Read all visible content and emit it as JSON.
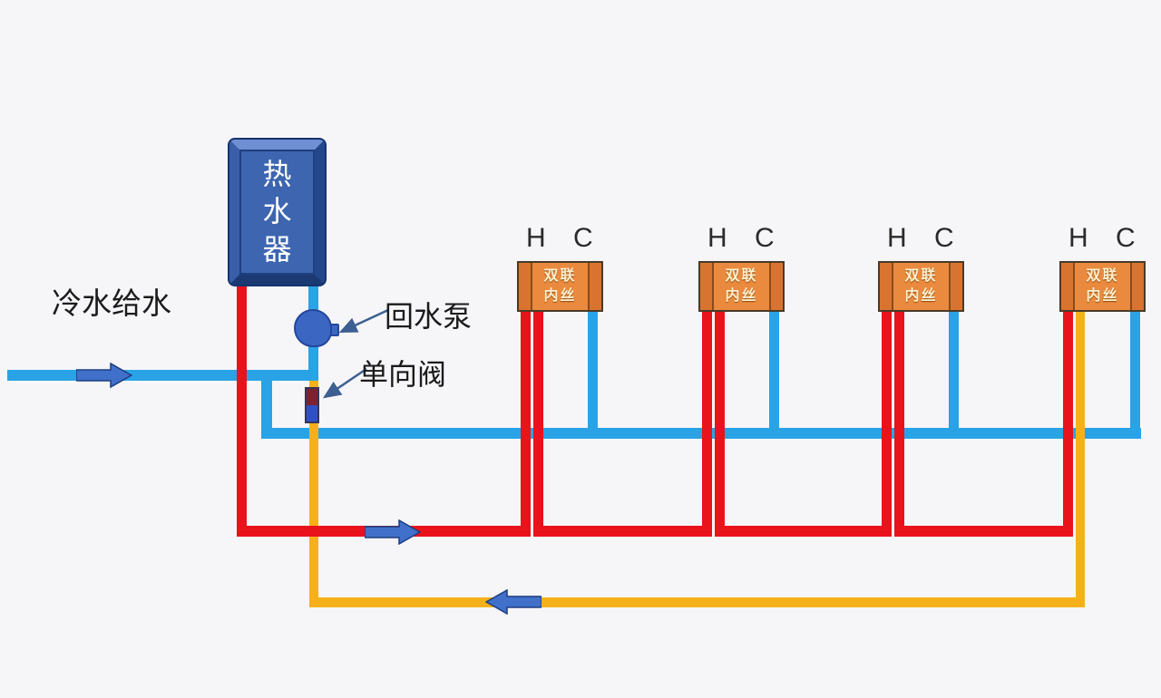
{
  "diagram": {
    "heater_label": "热水器",
    "cold_supply_label": "冷水给水",
    "pump_label": "回水泵",
    "check_valve_label": "单向阀"
  },
  "fixtures": [
    {
      "hot_label": "H",
      "cold_label": "C",
      "box_line1": "双联",
      "box_line2": "内丝"
    },
    {
      "hot_label": "H",
      "cold_label": "C",
      "box_line1": "双联",
      "box_line2": "内丝"
    },
    {
      "hot_label": "H",
      "cold_label": "C",
      "box_line1": "双联",
      "box_line2": "内丝"
    },
    {
      "hot_label": "H",
      "cold_label": "C",
      "box_line1": "双联",
      "box_line2": "内丝"
    }
  ],
  "icons": {
    "pump": "pump-circle-icon",
    "check_valve": "two-tone-valve-icon",
    "flow_arrows": [
      "right-block-arrow-icon",
      "right-block-arrow-icon",
      "left-block-arrow-icon"
    ]
  },
  "colors": {
    "background": "#f6f6f8",
    "hot": "#e9131b",
    "cold": "#29a3e6",
    "return_line": "#f6b11a",
    "pump": "#3b67c3",
    "arrow": "#4070ca",
    "arrow_outline": "#1e3c80",
    "heater_body": "#3d65b0",
    "heater_frame": "#2c55a0",
    "fixture_body": "#ea8a3e",
    "fixture_cap": "#d8742f",
    "fixture_text": "#fdf0cf",
    "valve_top": "#7d2130",
    "valve_bottom": "#3050c5",
    "callout": "#3d5f91",
    "text": "#1b1b1b"
  }
}
